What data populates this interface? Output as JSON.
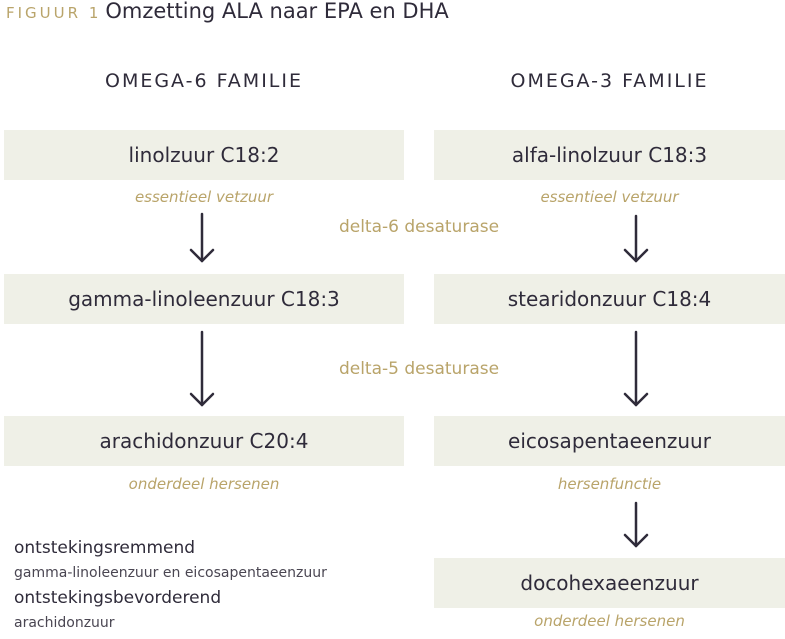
{
  "figure": {
    "label": "FIGUUR 1",
    "caption": "Omzetting ALA naar EPA en DHA"
  },
  "columns": {
    "omega6": {
      "heading": "OMEGA-6 FAMILIE",
      "boxes": [
        "linolzuur C18:2",
        "gamma-linoleenzuur C18:3",
        "arachidonzuur C20:4"
      ],
      "notes": [
        "essentieel vetzuur",
        "onderdeel hersenen"
      ]
    },
    "omega3": {
      "heading": "OMEGA-3 FAMILIE",
      "boxes": [
        "alfa-linolzuur C18:3",
        "stearidonzuur C18:4",
        "eicosapentaeenzuur",
        "docohexaeenzuur"
      ],
      "notes": [
        "essentieel vetzuur",
        "hersenfunctie",
        "onderdeel hersenen"
      ]
    }
  },
  "enzymes": [
    "delta-6 desaturase",
    "delta-5 desaturase"
  ],
  "legend": [
    {
      "heading": "ontstekingsremmend",
      "text": "gamma-linoleenzuur en eicosapentaeenzuur"
    },
    {
      "heading": "ontstekingsbevorderend",
      "text": "arachidonzuur"
    }
  ],
  "colors": {
    "accent": "#b9a46a",
    "box_fill": "#eff0e7",
    "text": "#2f2b3a"
  }
}
